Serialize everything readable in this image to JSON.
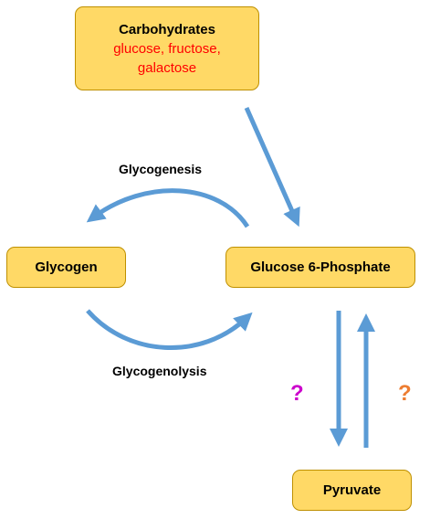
{
  "nodes": {
    "carbohydrates": {
      "title": "Carbohydrates",
      "subtitle_line1": "glucose, fructose,",
      "subtitle_line2": "galactose"
    },
    "glycogen": {
      "label": "Glycogen"
    },
    "glucose6p": {
      "label": "Glucose 6-Phosphate"
    },
    "pyruvate": {
      "label": "Pyruvate"
    }
  },
  "edges": {
    "glycogenesis": {
      "label": "Glycogenesis"
    },
    "glycogenolysis": {
      "label": "Glycogenolysis"
    }
  },
  "unknowns": {
    "downward": {
      "text": "?",
      "color": "#CC00CC"
    },
    "upward": {
      "text": "?",
      "color": "#ED7D31"
    }
  },
  "colors": {
    "box_fill": "#FFD966",
    "box_border": "#BF9000",
    "arrow": "#5B9BD5",
    "subtitle_text": "#FF0000"
  }
}
